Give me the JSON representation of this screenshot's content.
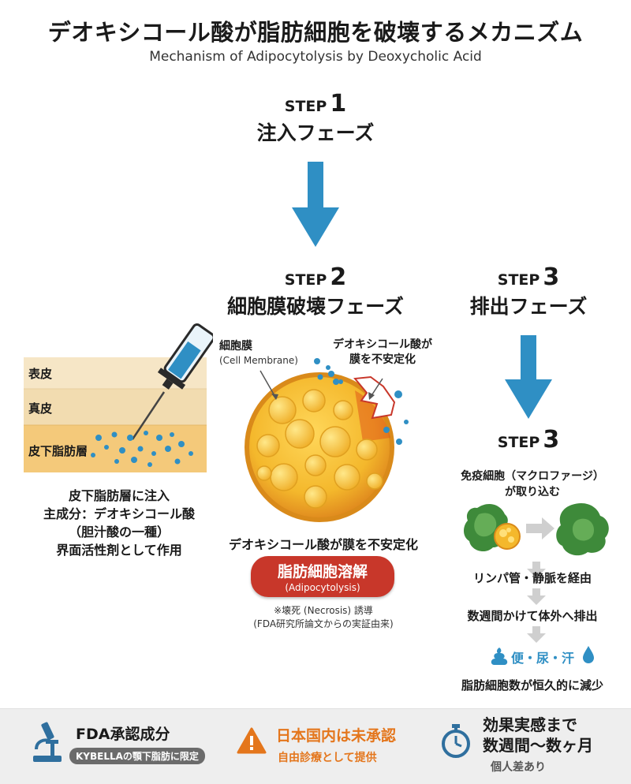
{
  "title": "デオキシコール酸が脂肪細胞を破壊するメカニズム",
  "subtitle": "Mechanism of Adipocytolysis by Deoxycholic Acid",
  "steps": [
    {
      "prefix": "STEP",
      "number": "1",
      "name": "注入フェーズ"
    },
    {
      "prefix": "STEP",
      "number": "2",
      "name": "細胞膜破壊フェーズ"
    },
    {
      "prefix": "STEP",
      "number": "3",
      "name": "排出フェーズ"
    },
    {
      "prefix": "STEP",
      "number": "3"
    }
  ],
  "skin": {
    "layers": [
      "表皮",
      "真皮",
      "皮下脂肪層"
    ],
    "notes": [
      "皮下脂肪層に注入",
      "主成分：デオキシコール酸",
      "（胆汁酸の一種）",
      "界面活性剤として作用"
    ]
  },
  "cell": {
    "membrane_label": "細胞膜",
    "membrane_en": "(Cell Membrane)",
    "destab_label_1": "デオキシコール酸が",
    "destab_label_2": "膜を不安定化",
    "caption": "デオキシコール酸が膜を不安定化",
    "pill_title": "脂肪細胞溶解",
    "pill_sub": "(Adipocytolysis)",
    "note_1": "※壊死 (Necrosis) 誘導",
    "note_2": "(FDA研究所論文からの実証由来)"
  },
  "excretion": {
    "macrophage_1": "免疫細胞（マクロファージ）",
    "macrophage_2": "が取り込む",
    "lymph": "リンパ管・静脈を経由",
    "weeks": "数週間かけて体外へ排出",
    "routes": "便・尿・汗",
    "result": "脂肪細胞数が恒久的に減少"
  },
  "footer": {
    "fda_title": "FDA承認成分",
    "fda_badge": "KYBELLAの顎下脂肪に限定",
    "japan_title": "日本国内は未承認",
    "japan_sub": "自由診療として提供",
    "effect_1": "効果実感まで",
    "effect_2": "数週間〜数ヶ月",
    "effect_sub": "個人差あり"
  },
  "colors": {
    "arrow_blue": "#2f8fc4",
    "pill_red": "#c8372a",
    "warn_orange": "#e4761c",
    "fat_yellow": "#f4b82c",
    "skin_tan": "#f2dcb0",
    "macrophage_green": "#3e8a3a"
  },
  "icons": [
    "syringe-icon",
    "microscope-icon",
    "warning-icon",
    "stopwatch-icon",
    "droplet-icon",
    "poop-icon"
  ]
}
